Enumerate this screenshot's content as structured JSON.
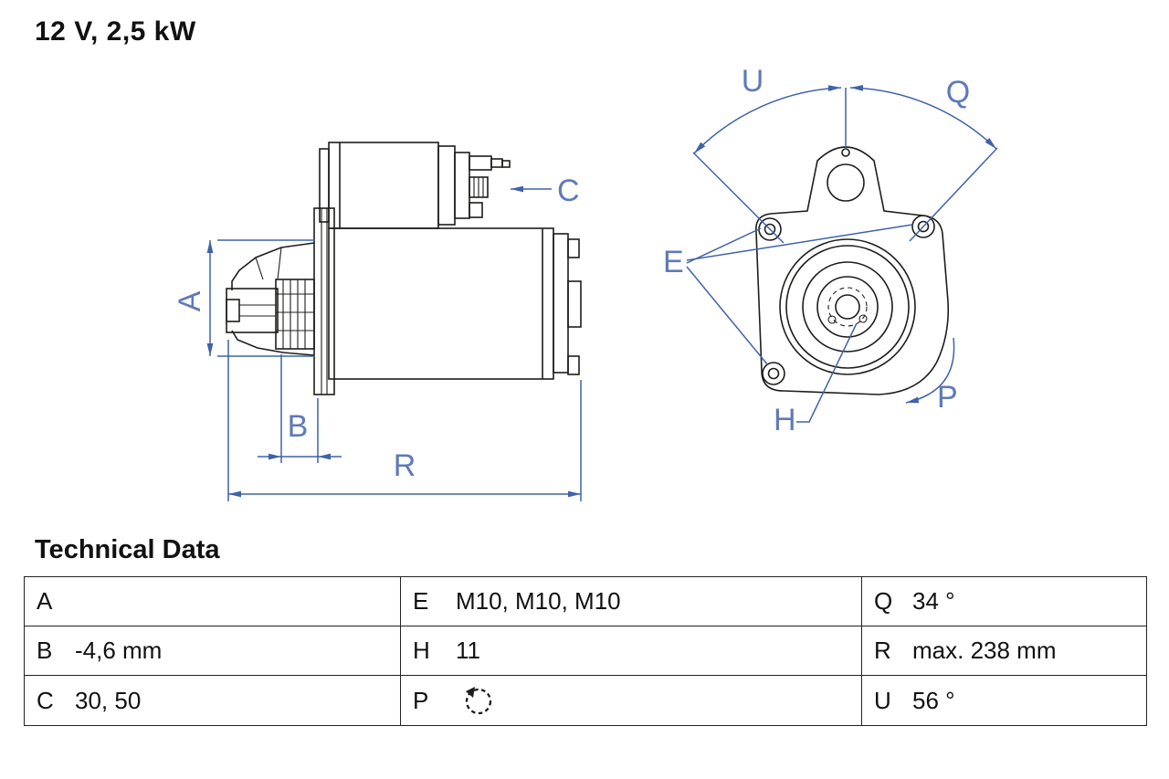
{
  "title": "12 V, 2,5 kW",
  "section": {
    "heading": "Technical Data"
  },
  "colors": {
    "dimension_blue": "#3f63a7",
    "dimension_label_blue": "#5e7ab8",
    "drawing_black": "#1d1d1b",
    "table_border": "#222222"
  },
  "diagram": {
    "description": "starter motor technical drawing, side view and mounting-flange front view",
    "labels": {
      "A": "A",
      "B": "B",
      "C": "C",
      "E": "E",
      "H": "H",
      "P": "P",
      "Q": "Q",
      "R": "R",
      "U": "U"
    }
  },
  "table": {
    "rows": [
      {
        "c0": {
          "key": "A",
          "value": ""
        },
        "c1": {
          "key": "E",
          "value": "M10, M10, M10"
        },
        "c2": {
          "key": "Q",
          "value": "34 °"
        }
      },
      {
        "c0": {
          "key": "B",
          "value": "-4,6 mm"
        },
        "c1": {
          "key": "H",
          "value": "11"
        },
        "c2": {
          "key": "R",
          "value": "max. 238 mm"
        }
      },
      {
        "c0": {
          "key": "C",
          "value": "30, 50"
        },
        "c1": {
          "key": "P",
          "value": "",
          "icon": "rotation-direction"
        },
        "c2": {
          "key": "U",
          "value": "56 °"
        }
      }
    ]
  }
}
